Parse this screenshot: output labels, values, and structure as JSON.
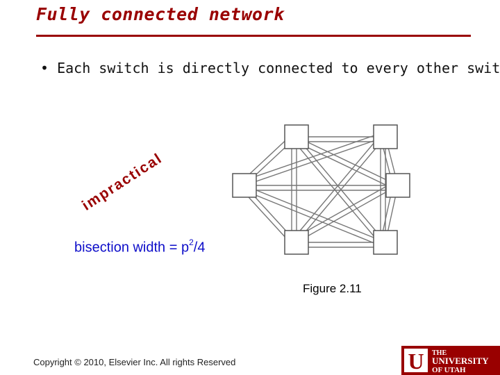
{
  "slide": {
    "title": "Fully connected network",
    "bullet": "• Each switch is directly connected to every other switch.",
    "stamp": "impractical",
    "bisection": {
      "prefix": "bisection width = p",
      "exponent": "2",
      "suffix": "/4"
    },
    "figure_caption": "Figure 2.11",
    "copyright": "Copyright © 2010, Elsevier Inc. All rights Reserved"
  },
  "logo": {
    "line1": "THE",
    "line2": "UNIVERSITY",
    "line3": "OF UTAH",
    "letter": "U"
  },
  "colors": {
    "accent": "#990000",
    "bisection_text": "#0d0dc9",
    "network_lines": "#777777"
  }
}
